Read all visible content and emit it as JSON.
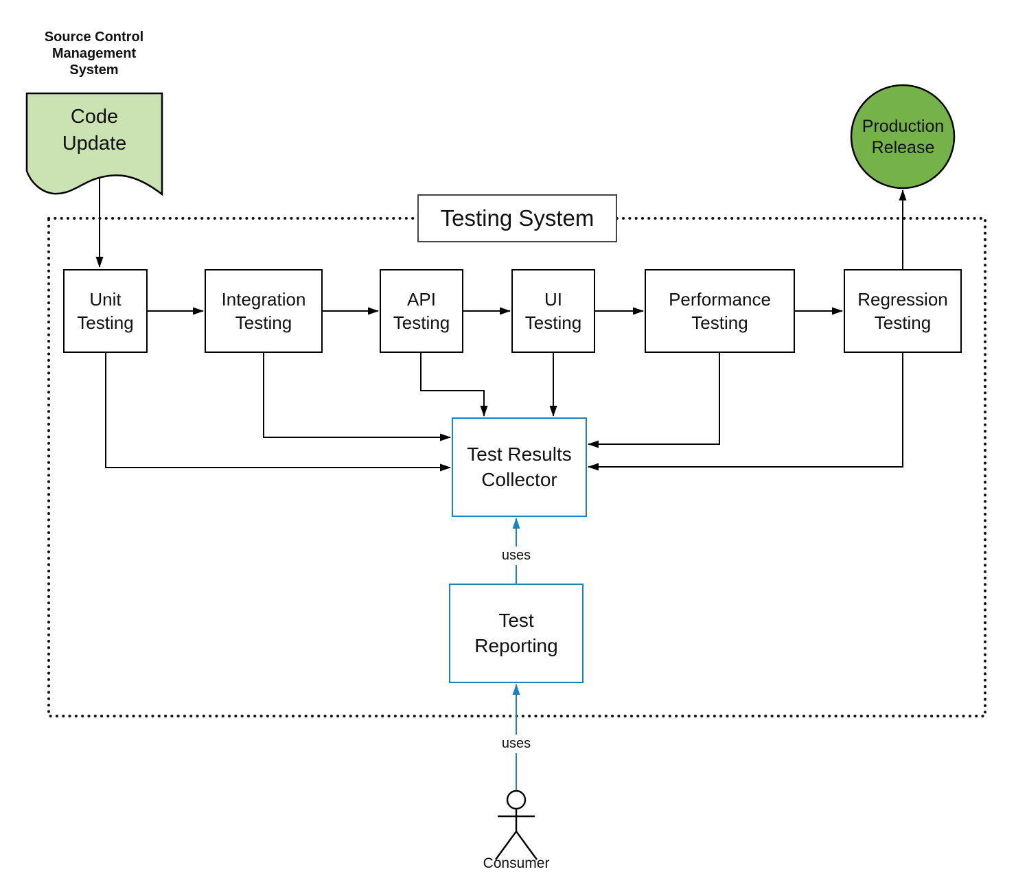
{
  "diagram": {
    "source_system_label": "Source Control\nManagement\nSystem",
    "code_update_label": "Code\nUpdate",
    "production_release_label": "Production\nRelease",
    "testing_system_label": "Testing System",
    "pipeline": [
      {
        "label": "Unit\nTesting"
      },
      {
        "label": "Integration\nTesting"
      },
      {
        "label": "API\nTesting"
      },
      {
        "label": "UI\nTesting"
      },
      {
        "label": "Performance\nTesting"
      },
      {
        "label": "Regression\nTesting"
      }
    ],
    "collector_label": "Test Results\nCollector",
    "reporting_label": "Test\nReporting",
    "uses_label_top": "uses",
    "uses_label_bottom": "uses",
    "consumer_label": "Consumer",
    "colors": {
      "document_fill": "#cbe3b3",
      "release_fill": "#76b24a",
      "accent_blue": "#1683c4",
      "line_black": "#000000"
    }
  }
}
